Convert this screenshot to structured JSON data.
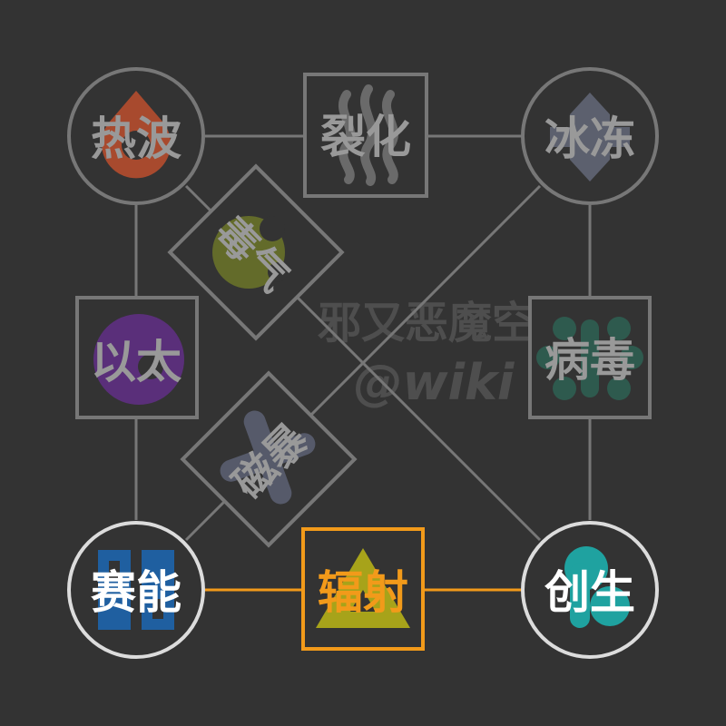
{
  "colors": {
    "background": "#333333",
    "line_dim": "#777777",
    "line_active": "#f29a1a",
    "node_dim": "#777777",
    "node_bright": "#dcdcdc",
    "text_dim": "#999999",
    "text_bright": "#ffffff",
    "text_active": "#f29a1a"
  },
  "watermark": {
    "line1": "邪又恶魔空",
    "line2": "@wiki"
  },
  "nodes": {
    "heatwave": {
      "label": "热波",
      "icon": "flame-drop-icon",
      "icon_color": "#a84a2e"
    },
    "fission": {
      "label": "裂化",
      "icon": "smoke-wisps-icon",
      "icon_color": "#6a6a6a"
    },
    "freeze": {
      "label": "冰冻",
      "icon": "ice-crystal-icon",
      "icon_color": "#5c606e"
    },
    "toxin": {
      "label": "毒气",
      "icon": "toxic-bubbles-icon",
      "icon_color": "#636b2a"
    },
    "ether": {
      "label": "以太",
      "icon": "ether-orb-icon",
      "icon_color": "#5a2f7a"
    },
    "virus": {
      "label": "病毒",
      "icon": "virus-dots-icon",
      "icon_color": "#2e5a4e"
    },
    "magstorm": {
      "label": "磁暴",
      "icon": "magnet-cross-icon",
      "icon_color": "#565a6a"
    },
    "cyber": {
      "label": "赛能",
      "icon": "circuit-blocks-icon",
      "icon_color": "#1f5fa0"
    },
    "radiation": {
      "label": "辐射",
      "icon": "hazard-triangle-icon",
      "icon_color": "#a7a31a"
    },
    "genesis": {
      "label": "创生",
      "icon": "helix-leaf-icon",
      "icon_color": "#1fa2a0"
    }
  }
}
